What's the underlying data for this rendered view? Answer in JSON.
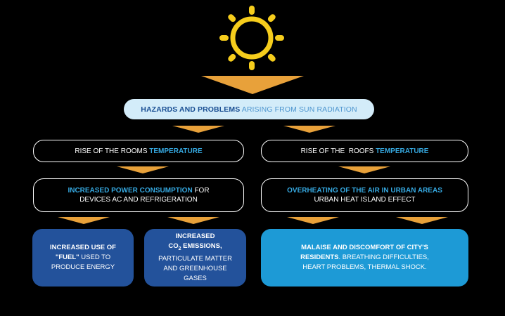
{
  "colors": {
    "background": "#000000",
    "arrow": "#e8a13a",
    "sun": "#f6cd1c",
    "banner_bg": "#d3ecf9",
    "dark_blue": "#1a4f93",
    "accent_blue": "#36a9e1",
    "box_navy": "#23529b",
    "box_sky": "#1d9ad6"
  },
  "icons": {
    "top": "sun-icon"
  },
  "banner": {
    "bold": "HAZARDS AND PROBLEMS",
    "rest": " ARISING FROM SUN RADIATION"
  },
  "left_branch": {
    "rooms": {
      "lead": "RISE OF THE ROOMS ",
      "accent": "TEMPERATURE"
    },
    "power": {
      "accent": "INCREASED POWER CONSUMPTION",
      "rest1": " FOR",
      "line2": "DEVICES AC AND REFRIGERATION"
    },
    "fuel": {
      "bold1": "INCREASED USE OF",
      "bold2": "\"FUEL\"",
      "rest2": " USED TO",
      "line3": "PRODUCE ENERGY"
    },
    "co2": {
      "bold1": "INCREASED",
      "bold2a": "CO",
      "bold2sub": "2",
      "bold2b": " EMISSIONS,",
      "line3": "PARTICULATE MATTER",
      "line4": "AND GREENHOUSE GASES"
    }
  },
  "right_branch": {
    "roofs": {
      "lead": "RISE OF THE  ROOFS ",
      "accent": "TEMPERATURE"
    },
    "overheating": {
      "accent": "OVERHEATING OF THE AIR IN URBAN AREAS",
      "line2": "URBAN HEAT ISLAND EFFECT"
    },
    "malaise": {
      "bold1": "MALAISE AND DISCOMFORT OF CITY'S",
      "bold2": "RESIDENTS",
      "rest2": ". BREATHING DIFFICULTIES,",
      "line3": "HEART PROBLEMS, THERMAL SHOCK."
    }
  }
}
